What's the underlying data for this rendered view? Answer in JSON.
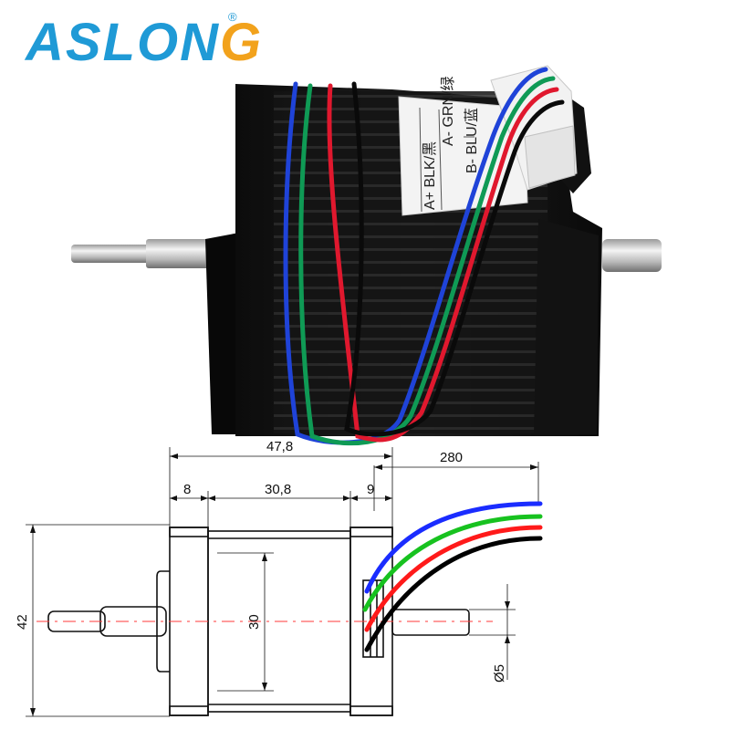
{
  "brand": {
    "logo_main": "ASLON",
    "logo_accent": "G",
    "registered_mark": "®"
  },
  "motor_label": {
    "line1": "A+ BLK/黑",
    "line2": "A- GRN/绿",
    "line3": "B- BLU/蓝"
  },
  "dimensions": {
    "total_length": "47,8",
    "cable_length": "280",
    "front_flange": "8",
    "body_length": "30,8",
    "rear_section": "9",
    "height": "42",
    "boss_diameter": "30",
    "shaft_diameter": "Ø5"
  },
  "colors": {
    "logo_blue": "#1f9ad6",
    "logo_orange": "#f2a21c",
    "wire_blue": "#1a2cff",
    "wire_green": "#17c21f",
    "wire_red": "#ff1a1a",
    "wire_black": "#000000",
    "centerline": "#ff3a3a"
  },
  "wires": [
    "blue",
    "green",
    "red",
    "black"
  ]
}
